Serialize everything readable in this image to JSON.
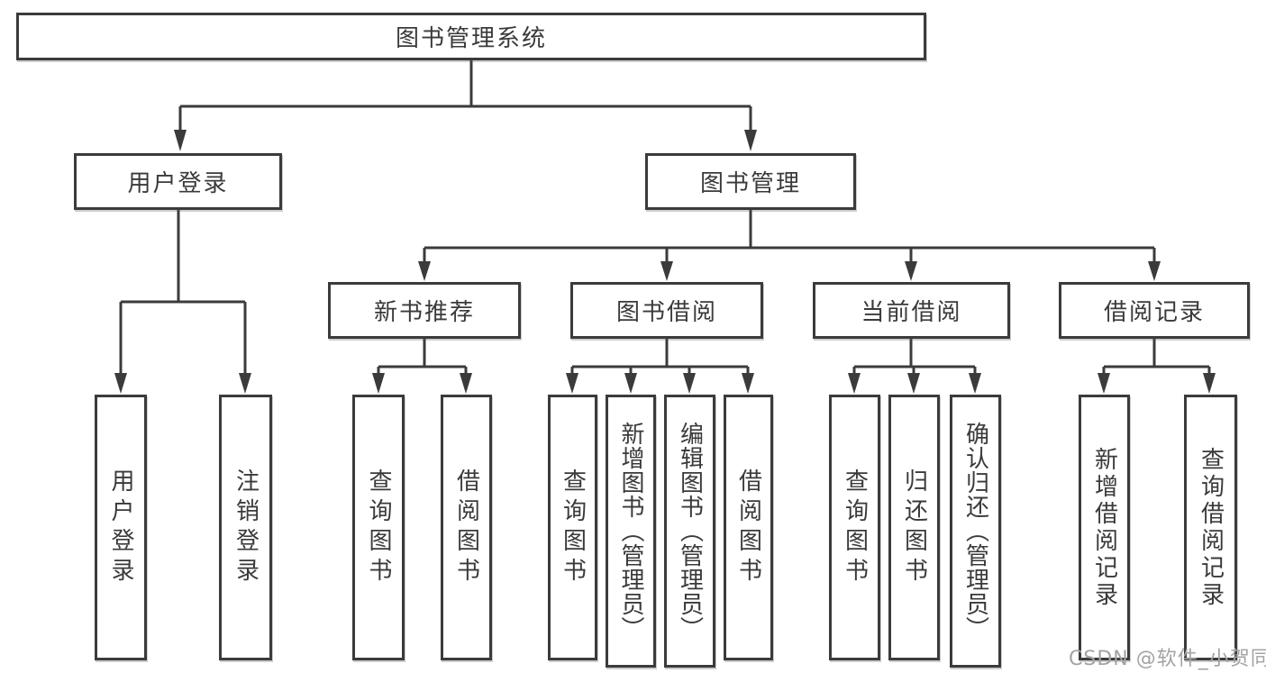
{
  "tree": {
    "root": {
      "label": "图书管理系统"
    },
    "groups": [
      {
        "label": "用户登录",
        "children": [
          {
            "label": "用户登录"
          },
          {
            "label": "注销登录"
          }
        ]
      },
      {
        "label": "图书管理",
        "subgroups": [
          {
            "label": "新书推荐",
            "children": [
              {
                "label": "查询图书"
              },
              {
                "label": "借阅图书"
              }
            ]
          },
          {
            "label": "图书借阅",
            "children": [
              {
                "label": "查询图书"
              },
              {
                "label": "新增图书（管理员）"
              },
              {
                "label": "编辑图书（管理员）"
              },
              {
                "label": "借阅图书"
              }
            ]
          },
          {
            "label": "当前借阅",
            "children": [
              {
                "label": "查询图书"
              },
              {
                "label": "归还图书"
              },
              {
                "label": "确认归还（管理员）"
              }
            ]
          },
          {
            "label": "借阅记录",
            "children": [
              {
                "label": "新增借阅记录"
              },
              {
                "label": "查询借阅记录"
              }
            ]
          }
        ]
      }
    ]
  },
  "watermark": {
    "text": "CSDN @软件_小贺同学"
  },
  "colors": {
    "line": "#3b3b3b",
    "text": "#3a3a3a",
    "background": "#ffffff",
    "watermark": "#a3a3a3"
  }
}
